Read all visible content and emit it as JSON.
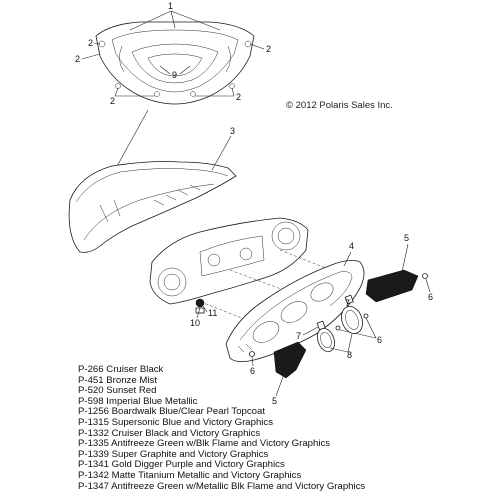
{
  "copyright": "© 2012 Polaris Sales Inc.",
  "callouts": {
    "c1": "1",
    "c2a": "2",
    "c2b": "2",
    "c2c": "2",
    "c2d": "2",
    "c2e": "2",
    "c9": "9",
    "c3": "3",
    "c4": "4",
    "c5a": "5",
    "c5b": "5",
    "c6a": "6",
    "c6b": "6",
    "c6c": "6",
    "c7a": "7",
    "c7b": "7",
    "c8": "8",
    "c10": "10",
    "c11": "11"
  },
  "legend": [
    {
      "code": "P-266",
      "name": "Cruiser Black"
    },
    {
      "code": "P-451",
      "name": "Bronze Mist"
    },
    {
      "code": "P-520",
      "name": "Sunset Red"
    },
    {
      "code": "P-598",
      "name": "Imperial Blue Metallic"
    },
    {
      "code": "P-1256",
      "name": "Boardwalk Blue/Clear Pearl Topcoat"
    },
    {
      "code": "P-1315",
      "name": "Supersonic Blue and Victory Graphics"
    },
    {
      "code": "P-1332",
      "name": "Cruiser Black and Victory Graphics"
    },
    {
      "code": "P-1335",
      "name": "Antifreeze Green w/Blk Flame and Victory Graphics"
    },
    {
      "code": "P-1339",
      "name": "Super Graphite and Victory Graphics"
    },
    {
      "code": "P-1341",
      "name": "Gold Digger Purple and Victory Graphics"
    },
    {
      "code": "P-1342",
      "name": "Matte Titanium Metallic and Victory Graphics"
    },
    {
      "code": "P-1347",
      "name": "Antifreeze Green w/Metallic Blk Flame and Victory Graphics"
    }
  ]
}
